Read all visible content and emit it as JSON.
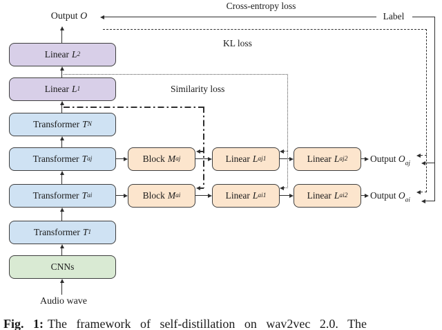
{
  "figure": {
    "top_labels": {
      "cross_entropy": "Cross-entropy loss",
      "label": "Label",
      "kl": "KL loss",
      "similarity": "Similarity loss"
    },
    "io": {
      "output_o": {
        "word": "Output",
        "var": "O"
      },
      "output_aj": {
        "word": "Output",
        "var": "O",
        "sub": "aj"
      },
      "output_ai": {
        "word": "Output",
        "var": "O",
        "sub": "ai"
      },
      "audio_wave": "Audio wave"
    },
    "boxes": {
      "linear_l2": {
        "word": "Linear",
        "var": "L",
        "sup": "2"
      },
      "linear_l1": {
        "word": "Linear",
        "var": "L",
        "sup": "1"
      },
      "transformer_tn": {
        "word": "Transformer",
        "var": "T",
        "sub": "N"
      },
      "transformer_taj": {
        "word": "Transformer",
        "var": "T",
        "sub": "aj"
      },
      "transformer_tai": {
        "word": "Transformer",
        "var": "T",
        "sub": "ai"
      },
      "transformer_t1": {
        "word": "Transformer",
        "var": "T",
        "sub": "1"
      },
      "cnns": {
        "word": "CNNs"
      },
      "block_maj": {
        "word": "Block",
        "var": "M",
        "sub": "aj"
      },
      "block_mai": {
        "word": "Block",
        "var": "M",
        "sub": "ai"
      },
      "linear_laj1": {
        "word": "Linear",
        "var": "L",
        "sub": "aj",
        "sup": "1"
      },
      "linear_lai1": {
        "word": "Linear",
        "var": "L",
        "sub": "ai",
        "sup": "1"
      },
      "linear_laj2": {
        "word": "Linear",
        "var": "L",
        "sub": "aj",
        "sup": "2"
      },
      "linear_lai2": {
        "word": "Linear",
        "var": "L",
        "sub": "ai",
        "sup": "2"
      }
    },
    "colors": {
      "linear_head_fill": "#d8cfe8",
      "transformer_fill": "#cfe2f3",
      "cnn_fill": "#d9ead3",
      "branch_fill": "#fce5cd",
      "line": "#2e2e2e"
    }
  },
  "caption": {
    "fig_label": "Fig. 1:",
    "text": "The framework of self-distillation on wav2vec 2.0. The"
  }
}
